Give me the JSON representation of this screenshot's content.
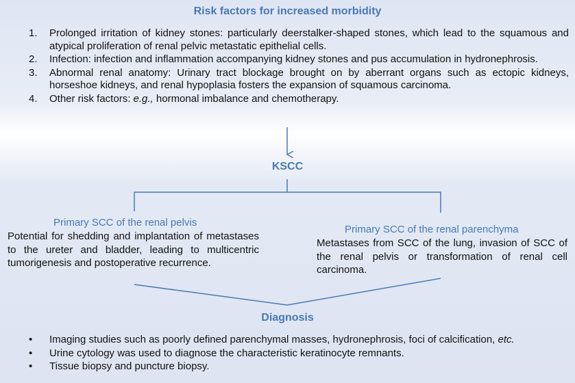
{
  "risk_factors": {
    "title": "Risk factors for increased morbidity",
    "items": [
      {
        "num": "1.",
        "parts": [
          {
            "t": "Prolonged irritation of kidney stones: particularly deerstalker-shaped stones, which lead to the squamous and atypical proliferation of renal pelvic metastatic epithelial cells.",
            "i": false
          }
        ]
      },
      {
        "num": "2.",
        "parts": [
          {
            "t": "Infection: infection and inflammation accompanying kidney stones and pus accumulation in hydronephrosis.",
            "i": false
          }
        ]
      },
      {
        "num": "3.",
        "parts": [
          {
            "t": "Abnormal renal anatomy: Urinary tract blockage brought on by aberrant organs such as ectopic kidneys, horseshoe kidneys, and renal hypoplasia fosters the expansion of squamous carcinoma.",
            "i": false
          }
        ]
      },
      {
        "num": "4.",
        "parts": [
          {
            "t": "Other risk factors: ",
            "i": false
          },
          {
            "t": "e.g.,",
            "i": true
          },
          {
            "t": " hormonal imbalance and chemotherapy.",
            "i": false
          }
        ]
      }
    ]
  },
  "center": {
    "label": "KSCC"
  },
  "left_branch": {
    "title": "Primary SCC of the renal pelvis",
    "text": "Potential for shedding and implantation of metastases to the ureter and bladder, leading to multicentric tumorigenesis and postoperative recurrence."
  },
  "right_branch": {
    "title": "Primary SCC of the renal parenchyma",
    "text": "Metastases from SCC of the lung, invasion of SCC of the renal pelvis or transformation of renal cell carcinoma."
  },
  "diagnosis": {
    "title": "Diagnosis",
    "bullet": "•",
    "items": [
      {
        "parts": [
          {
            "t": "Imaging studies such as poorly defined parenchymal masses, hydronephrosis, foci of calcification, ",
            "i": false
          },
          {
            "t": "etc.",
            "i": true
          }
        ]
      },
      {
        "parts": [
          {
            "t": "Urine cytology was used to diagnose the characteristic keratinocyte remnants.",
            "i": false
          }
        ]
      },
      {
        "parts": [
          {
            "t": "Tissue biopsy and puncture biopsy.",
            "i": false
          }
        ]
      }
    ]
  },
  "colors": {
    "accent": "#4a78b5"
  }
}
